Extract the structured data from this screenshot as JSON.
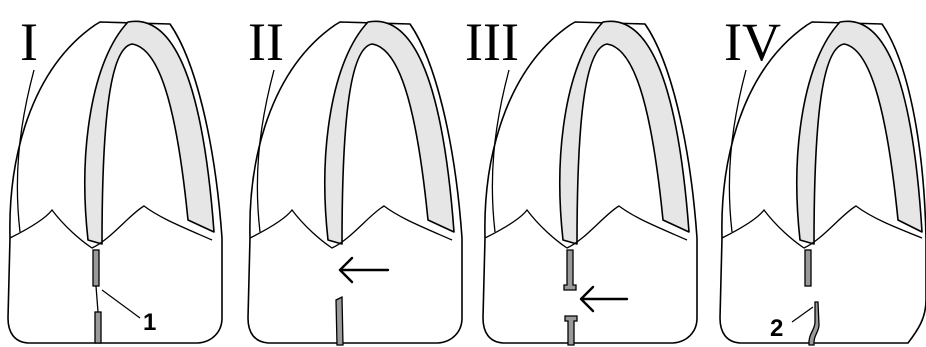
{
  "panels": [
    {
      "label": "I",
      "variant": "split-with-gap",
      "marker": "1"
    },
    {
      "label": "II",
      "variant": "lower-stump-arrow",
      "marker": ""
    },
    {
      "label": "III",
      "variant": "pin-tips-arrow",
      "marker": ""
    },
    {
      "label": "IV",
      "variant": "offset-rods",
      "marker": "2"
    }
  ],
  "colors": {
    "band": "#e6e6e6",
    "rod": "#9a9a9a",
    "ink": "#000000"
  }
}
